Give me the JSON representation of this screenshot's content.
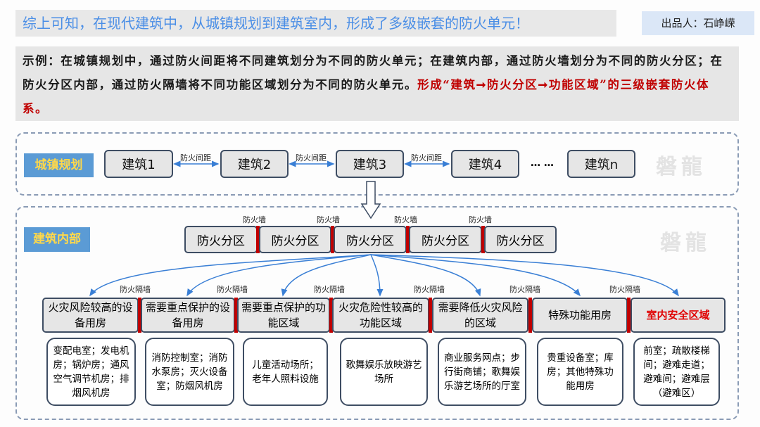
{
  "header": {
    "title": "综上可知，在现代建筑中，从城镇规划到建筑室内，形成了多级嵌套的防火单元！",
    "author": "出品人：石峥嵘"
  },
  "example": {
    "text": "示例：在城镇规划中，通过防火间距将不同建筑划分为不同的防火单元；在建筑内部，通过防火墙划分为不同的防火分区；在防火分区内部，通过防火隔墙将不同功能区域划分为不同的防火单元。",
    "highlight": "形成“建筑➞防火分区➞功能区域”的三级嵌套防火体系。"
  },
  "urban": {
    "label": "城镇规划",
    "buildings": [
      "建筑1",
      "建筑2",
      "建筑3",
      "建筑4",
      "建筑n"
    ],
    "ellipsis": "… …",
    "spacing_label": "防火间距",
    "watermark": "磐龍"
  },
  "interior": {
    "label": "建筑内部",
    "watermark": "磐龍",
    "wall_label": "防火墙",
    "zones": [
      "防火分区",
      "防火分区",
      "防火分区",
      "防火分区",
      "防火分区"
    ],
    "partition_label": "防火隔墙",
    "functions": [
      {
        "title": "火灾风险较高的设备用房",
        "detail": "变配电室；发电机房；锅炉房；通风空气调节机房；排烟风机房"
      },
      {
        "title": "需要重点保护的设备用房",
        "detail": "消防控制室；消防水泵房；灭火设备室；防烟风机房"
      },
      {
        "title": "需要重点保护的功能区域",
        "detail": "儿童活动场所；老年人照料设施"
      },
      {
        "title": "火灾危险性较高的功能区域",
        "detail": "歌舞娱乐放映游艺场所"
      },
      {
        "title": "需要降低火灾风险的区域",
        "detail": "商业服务网点；步行街商铺；歌舞娱乐游艺场所的厅室"
      },
      {
        "title": "特殊功能用房",
        "detail": "贵重设备室；库房；其他特殊功能用房"
      },
      {
        "title": "室内安全区域",
        "detail": "前室；疏散楼梯间；避难走道；避难间；避难层（避难区）"
      }
    ]
  },
  "colors": {
    "title": "#4a8ee6",
    "highlight": "#c00000",
    "label_bg": "#5b9bd5",
    "label_text": "#ffd84a",
    "arrow": "#3a7fd5"
  }
}
